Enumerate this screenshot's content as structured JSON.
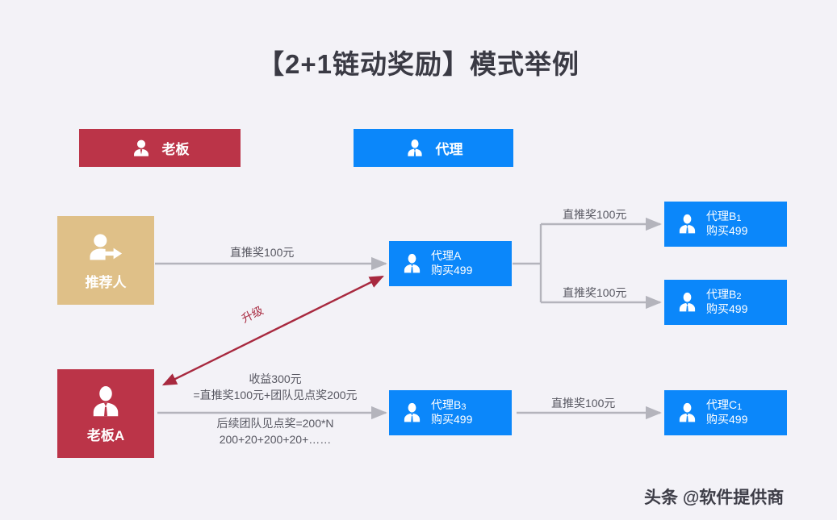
{
  "page": {
    "title": "【2+1链动奖励】模式举例",
    "background_color": "#f3f2f7",
    "watermark": "头条 @软件提供商"
  },
  "colors": {
    "boss_red": "#bb3448",
    "agent_blue": "#0b87fa",
    "referrer_tan": "#dfc088",
    "arrow_gray": "#b4b4bc",
    "upgrade_arrow_red": "#a8293f",
    "text_dark": "#3a3a44",
    "label_gray": "#575761"
  },
  "legend": {
    "items": [
      {
        "label": "老板",
        "icon": "person-icon",
        "color": "#bb3448"
      },
      {
        "label": "代理",
        "icon": "person-tie-icon",
        "color": "#0b87fa"
      }
    ]
  },
  "nodes": {
    "referrer": {
      "label": "推荐人",
      "icon": "person-arrow-icon",
      "color": "#dfc088"
    },
    "bossA": {
      "label": "老板A",
      "icon": "person-tie-icon",
      "color": "#bb3448"
    },
    "agentA": {
      "title": "代理A",
      "sub": "购买499",
      "icon": "person-tie-icon",
      "color": "#0b87fa"
    },
    "agentB1": {
      "title_main": "代理B",
      "title_sub": "1",
      "sub": "购买499",
      "icon": "person-tie-icon",
      "color": "#0b87fa"
    },
    "agentB2": {
      "title_main": "代理B",
      "title_sub": "2",
      "sub": "购买499",
      "icon": "person-tie-icon",
      "color": "#0b87fa"
    },
    "agentB3": {
      "title_main": "代理B",
      "title_sub": "3",
      "sub": "购买499",
      "icon": "person-tie-icon",
      "color": "#0b87fa"
    },
    "agentC1": {
      "title_main": "代理C",
      "title_sub": "1",
      "sub": "购买499",
      "icon": "person-tie-icon",
      "color": "#0b87fa"
    }
  },
  "edges": {
    "referrer_to_agentA": "直推奖100元",
    "agentA_to_agentB1": "直推奖100元",
    "agentA_to_agentB2": "直推奖100元",
    "agentB3_to_agentC1": "直推奖100元",
    "bossA_upgrade": "升级",
    "bossA_income_line1": "收益300元",
    "bossA_income_line2": "=直推奖100元+团队见点奖200元",
    "bossA_future_line1": "后续团队见点奖=200*N",
    "bossA_future_line2": "200+20+200+20+……"
  }
}
